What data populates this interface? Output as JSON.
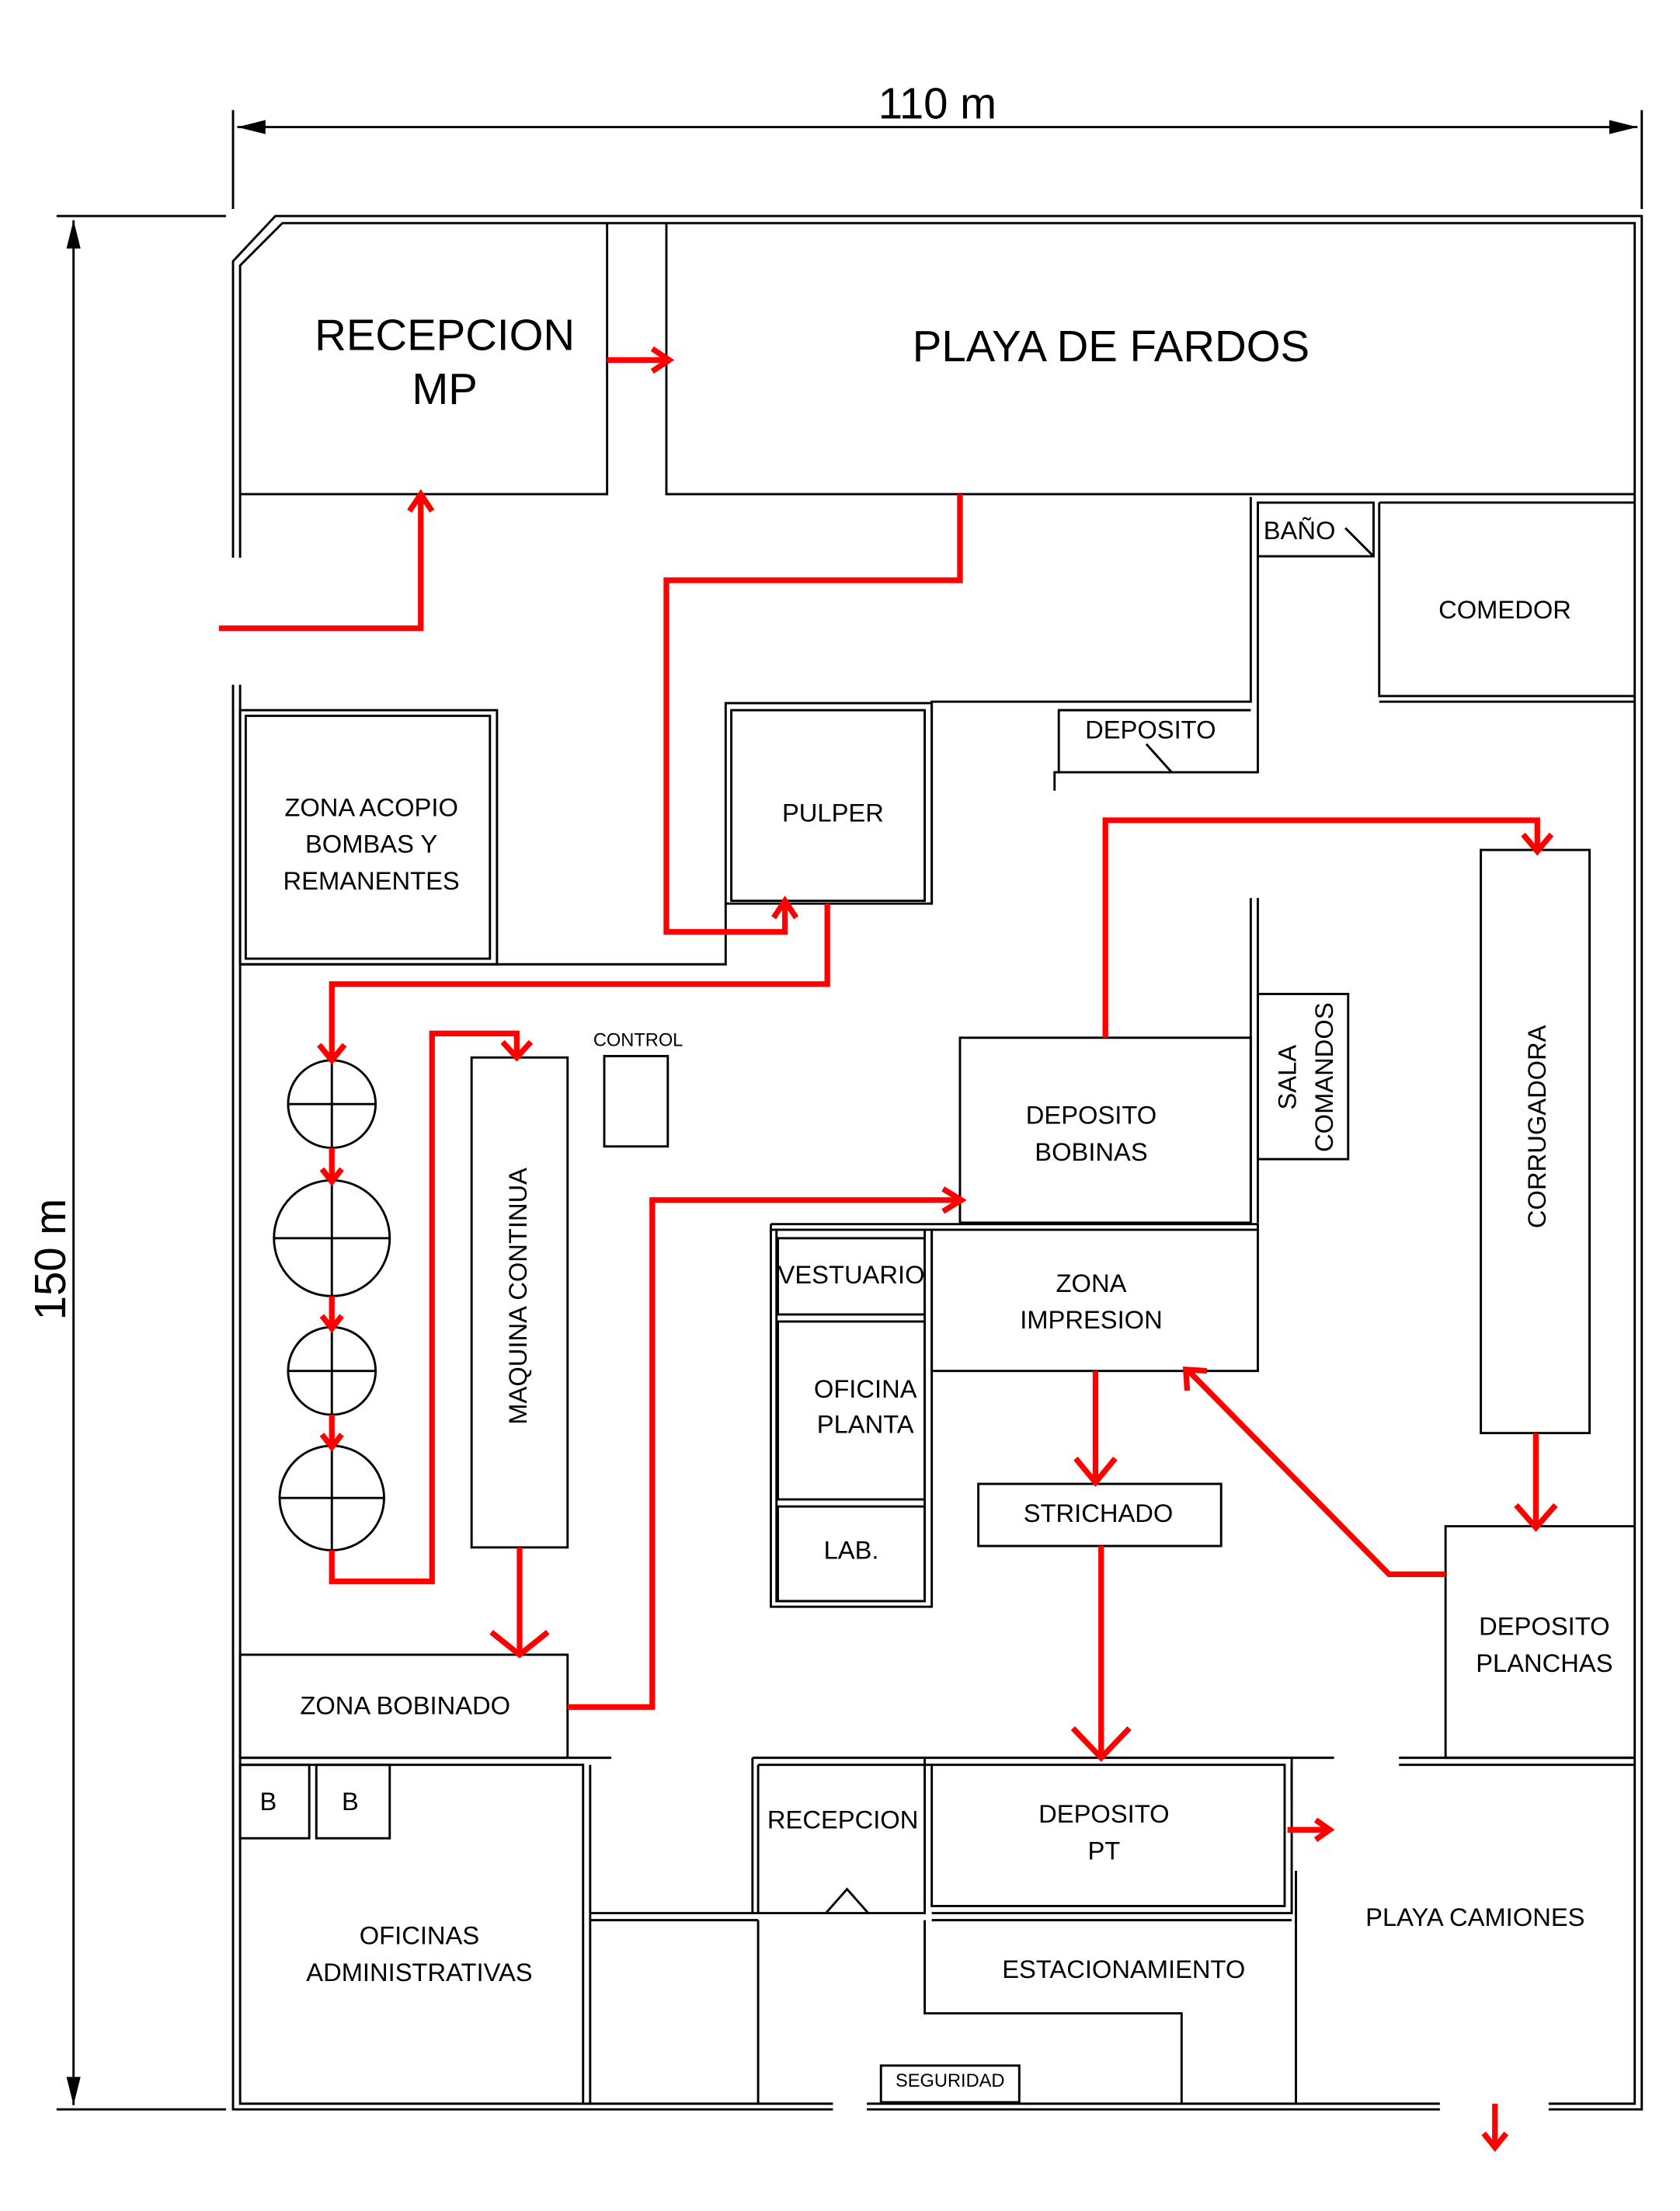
{
  "dimensions": {
    "width": "110 m",
    "height": "150 m"
  },
  "colors": {
    "walls": "#000000",
    "flow_arrows": "#ff0000",
    "background": "#ffffff"
  },
  "rooms": {
    "recepcion_mp": [
      "RECEPCION",
      "MP"
    ],
    "playa_fardos": "PLAYA DE FARDOS",
    "bano": "BAÑO",
    "comedor": "COMEDOR",
    "deposito": "DEPOSITO",
    "zona_acopio": [
      "ZONA ACOPIO",
      "BOMBAS Y",
      "REMANENTES"
    ],
    "pulper": "PULPER",
    "control": "CONTROL",
    "maquina_continua": "MAQUINA CONTINUA",
    "deposito_bobinas": [
      "DEPOSITO",
      "BOBINAS"
    ],
    "sala_comandos": [
      "SALA",
      "COMANDOS"
    ],
    "corrugadora": "CORRUGADORA",
    "vestuario": "VESTUARIO",
    "zona_impresion": [
      "ZONA",
      "IMPRESION"
    ],
    "oficina_planta": [
      "OFICINA",
      "PLANTA"
    ],
    "lab": "LAB.",
    "strichado": "STRICHADO",
    "deposito_planchas": [
      "DEPOSITO",
      "PLANCHAS"
    ],
    "zona_bobinado": "ZONA BOBINADO",
    "bano_b1": "B",
    "bano_b2": "B",
    "recepcion": "RECEPCION",
    "deposito_pt": [
      "DEPOSITO",
      "PT"
    ],
    "playa_camiones": "PLAYA CAMIONES",
    "oficinas_administrativas": [
      "OFICINAS",
      "ADMINISTRATIVAS"
    ],
    "estacionamiento": "ESTACIONAMIENTO",
    "seguridad": "SEGURIDAD"
  }
}
